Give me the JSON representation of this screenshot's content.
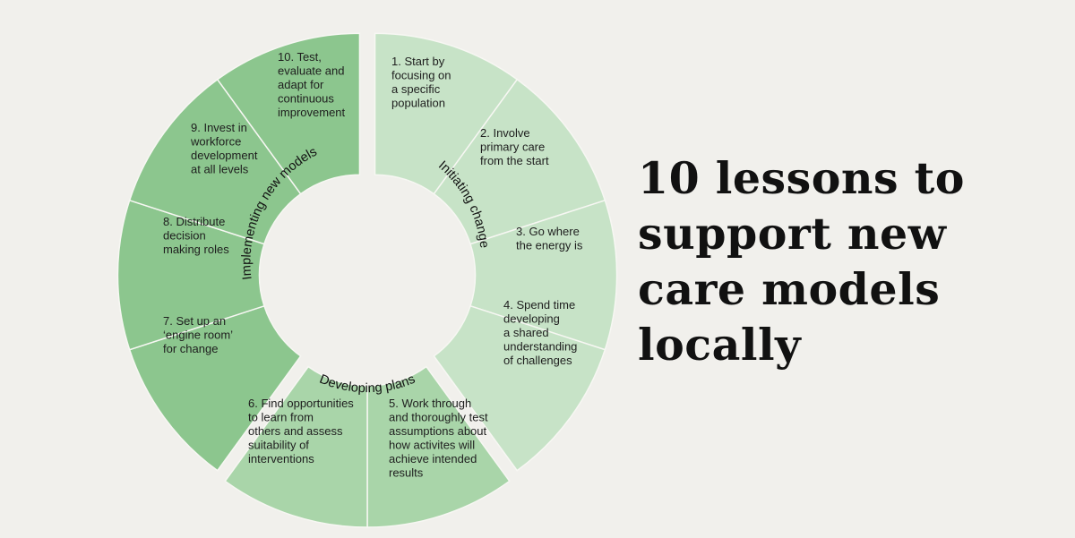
{
  "headline": "10 lessons to support new care models locally",
  "phases": [
    {
      "label": "Initiating change",
      "color": "#c7e3c7"
    },
    {
      "label": "Developing plans",
      "color": "#a9d5a9"
    },
    {
      "label": "Implementing new models",
      "color": "#8cc68e"
    }
  ],
  "lessons": [
    {
      "lines": [
        "1. Start by",
        "focusing on",
        "a specific",
        "population"
      ],
      "phase": 0
    },
    {
      "lines": [
        "2. Involve",
        "primary care",
        "from the start"
      ],
      "phase": 0
    },
    {
      "lines": [
        "3. Go where",
        "the energy is"
      ],
      "phase": 0
    },
    {
      "lines": [
        "4. Spend time",
        "developing",
        "a shared",
        "understanding",
        "of challenges"
      ],
      "phase": 0
    },
    {
      "lines": [
        "5. Work through",
        "and thoroughly test",
        "assumptions about",
        "how activites will",
        "achieve intended",
        "results"
      ],
      "phase": 1
    },
    {
      "lines": [
        "6. Find opportunities",
        "to learn from",
        "others and assess",
        "suitability of",
        "interventions"
      ],
      "phase": 1
    },
    {
      "lines": [
        "7. Set up an",
        "‘engine room’",
        "for change"
      ],
      "phase": 2
    },
    {
      "lines": [
        "8. Distribute",
        "decision",
        "making roles"
      ],
      "phase": 2
    },
    {
      "lines": [
        "9. Invest in",
        "workforce",
        "development",
        "at all levels"
      ],
      "phase": 2
    },
    {
      "lines": [
        "10. Test,",
        "evaluate and",
        "adapt for",
        "continuous",
        "improvement"
      ],
      "phase": 2
    }
  ]
}
